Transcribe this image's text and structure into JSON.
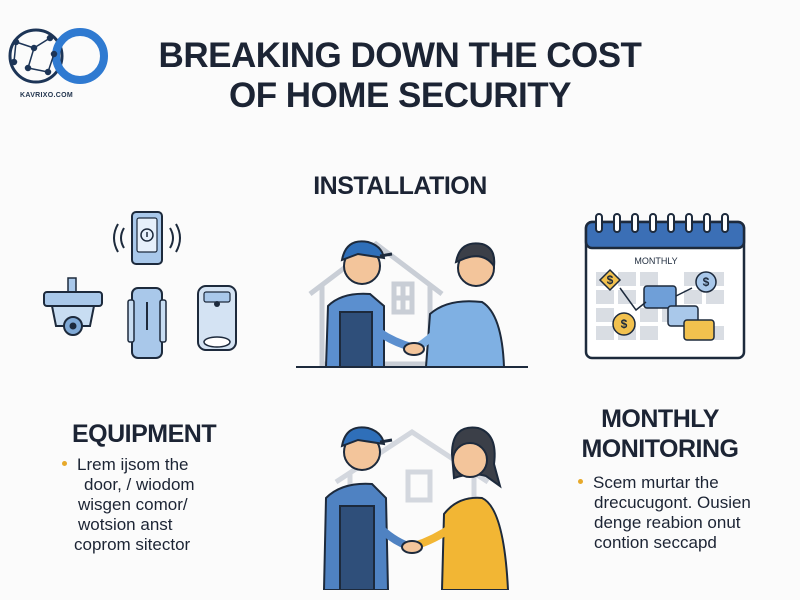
{
  "brand": {
    "logo_text": "KAVRIXO.COM"
  },
  "title": {
    "line1": "BREAKING DOWN THE COST",
    "line2": "OF HOME SECURITY"
  },
  "sections": {
    "installation": {
      "title": "INSTALLATION"
    },
    "equipment": {
      "title": "EQUIPMENT",
      "lines": [
        "Lrem ijsom the",
        "door, / wiodom",
        "wisgen comor/",
        "wotsion anst",
        "coprom sitector"
      ]
    },
    "monthly": {
      "title_line1": "MONTHLY",
      "title_line2": "MONITORING",
      "lines": [
        "Scem murtar the",
        "drecucugont. Ousien",
        "denge reabion onut",
        "contion seccapd"
      ]
    }
  },
  "calendar": {
    "label": "MONTHLY"
  },
  "colors": {
    "navy": "#1f3a6b",
    "blue": "#3b6fb6",
    "light_blue": "#8fb6e0",
    "accent": "#e7a92a",
    "skin": "#f3c59b"
  }
}
